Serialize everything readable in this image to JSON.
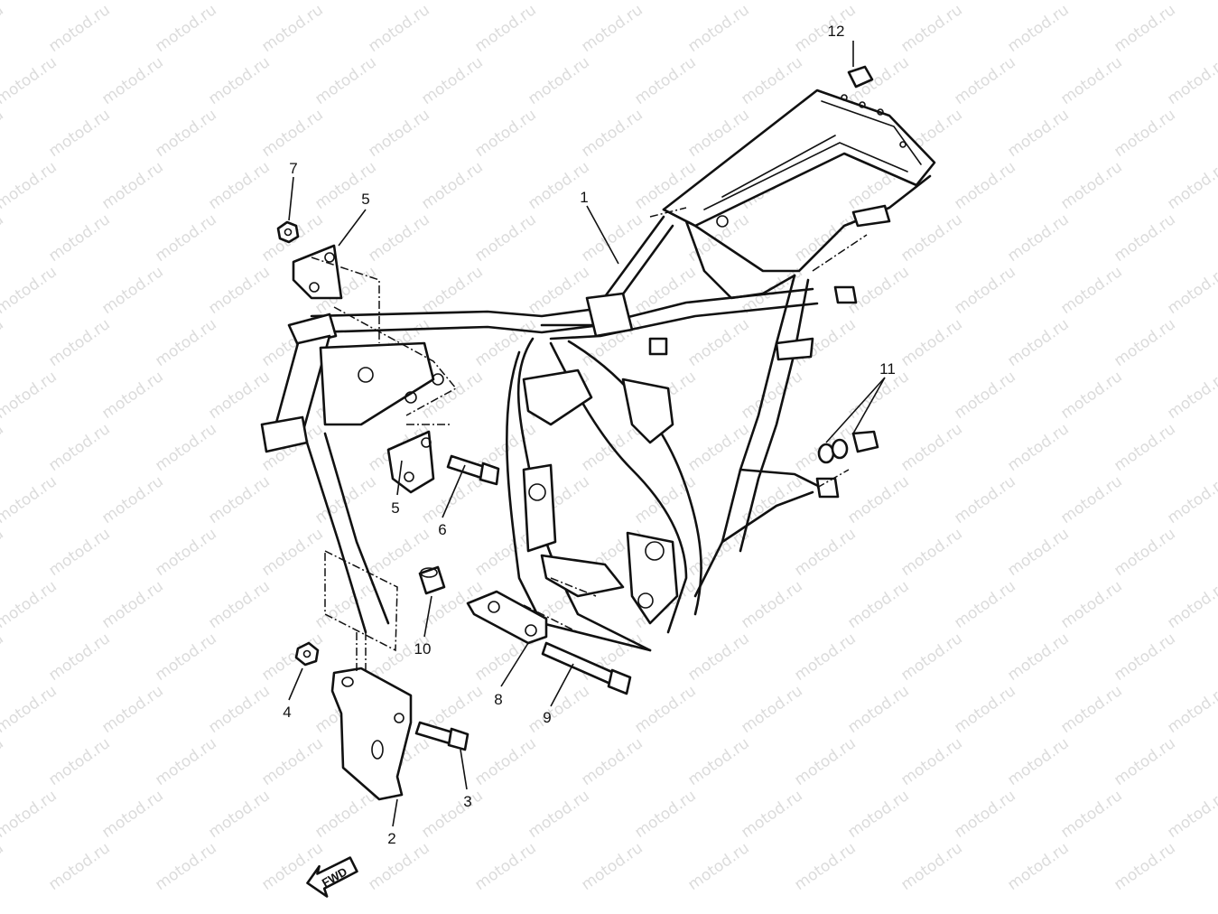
{
  "diagram": {
    "watermark_text": "motod.ru",
    "fwd_label": "FWD",
    "callouts": {
      "c1": "1",
      "c2": "2",
      "c3": "3",
      "c4": "4",
      "c5a": "5",
      "c5b": "5",
      "c6": "6",
      "c7": "7",
      "c8": "8",
      "c9": "9",
      "c10": "10",
      "c11": "11",
      "c12": "12"
    }
  },
  "colors": {
    "line": "#111111",
    "background": "#ffffff",
    "watermark": "#bfbfbf"
  }
}
